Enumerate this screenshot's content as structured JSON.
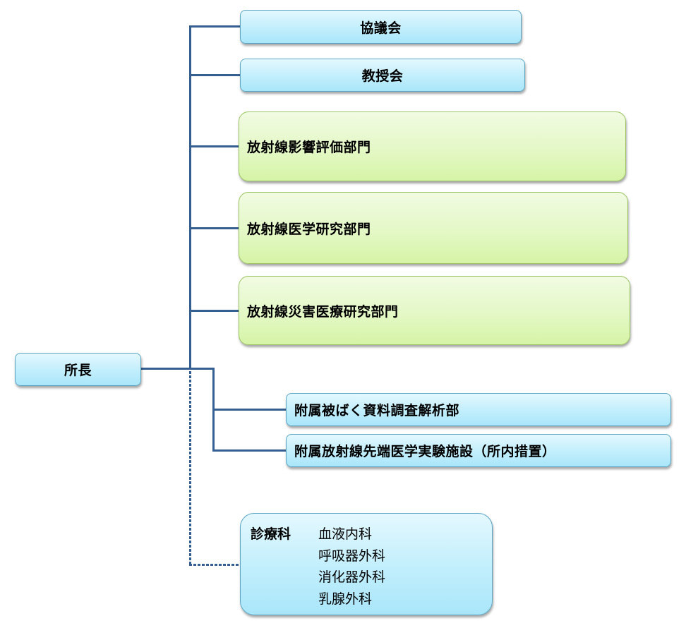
{
  "diagram": {
    "root": {
      "label": "所長"
    },
    "committees": [
      {
        "label": "協議会"
      },
      {
        "label": "教授会"
      }
    ],
    "divisions": [
      {
        "label": "放射線影響評価部門"
      },
      {
        "label": "放射線医学研究部門"
      },
      {
        "label": "放射線災害医療研究部門"
      }
    ],
    "attached": [
      {
        "label": "附属被ばく資料調査解析部"
      },
      {
        "label": "附属放射線先端医学実験施設（所内措置）"
      }
    ],
    "clinic": {
      "title": "診療科",
      "departments": [
        "血液内科",
        "呼吸器外科",
        "消化器外科",
        "乳腺外科"
      ]
    },
    "colors": {
      "connector": "#355f91",
      "blue_box": "#c4effc",
      "green_box": "#e5f8c9"
    }
  }
}
